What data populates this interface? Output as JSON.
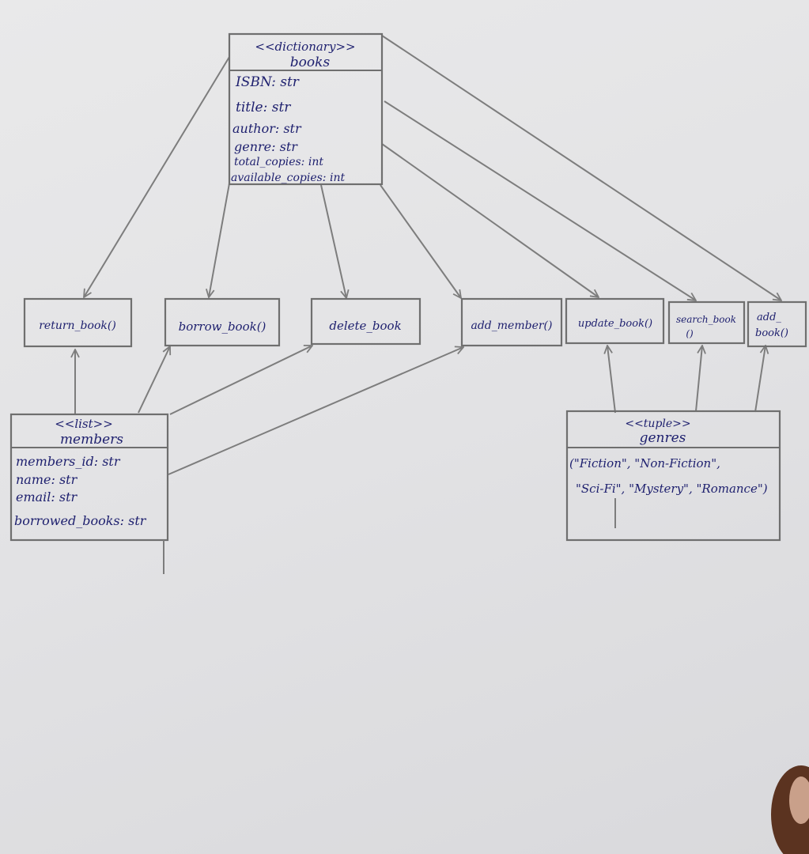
{
  "books": {
    "stereotype": "<<dictionary>>",
    "name": "books",
    "attributes": [
      "ISBN: str",
      "title: str",
      "author: str",
      "genre: str",
      "total_copies: int",
      "available_copies: int"
    ]
  },
  "members": {
    "stereotype": "<<list>>",
    "name": "members",
    "attributes": [
      "members_id: str",
      "name: str",
      "email: str",
      "borrowed_books: str"
    ]
  },
  "genres": {
    "stereotype": "<<tuple>>",
    "name": "genres",
    "values_line1": "(\"Fiction\", \"Non-Fiction\",",
    "values_line2": "\"Sci-Fi\", \"Mystery\", \"Romance\")"
  },
  "functions": {
    "return_book": "return_book()",
    "borrow_book": "borrow_book()",
    "delete_book": "delete_book",
    "add_member": "add_member()",
    "update_book": "update_book()",
    "search_book_l1": "search_book",
    "search_book_l2": "()",
    "add_book_l1": "add_",
    "add_book_l2": "book()"
  },
  "colors": {
    "paper": "#e6e6e8",
    "ink": "#1d1f6e",
    "pencil": "#6f6f6f"
  }
}
